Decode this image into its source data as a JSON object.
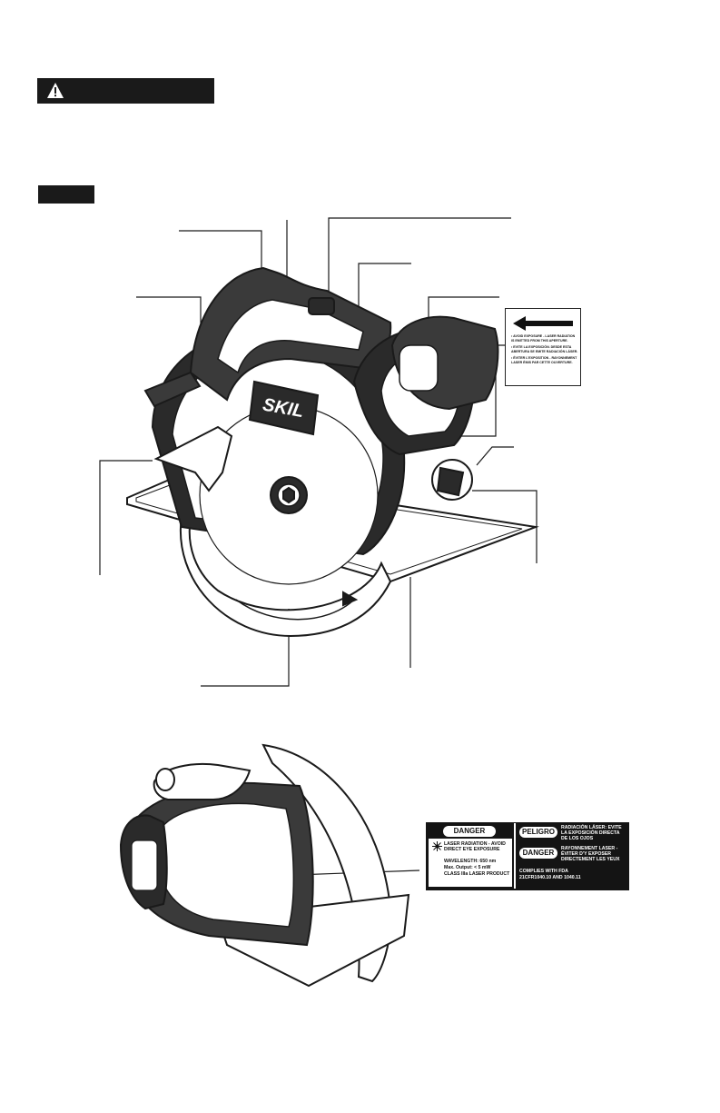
{
  "label": {
    "laser_warning": [
      "• AVOID EXPOSURE - LASER RADIATION IS EMITTED FROM THIS APERTURE.",
      "• EVITE LA EXPOSICIÓN. DESDE ESTA ABERTURA SE EMITE RADIACIÓN LÁSER.",
      "• ÉVITER L'EXPOSITION - RAYONNEMENT LASER ÉMIS PAR CETTE OUVERTURE."
    ]
  },
  "danger_panel": {
    "danger_word": "DANGER",
    "laser_radiation": "LASER RADIATION - AVOID DIRECT EYE EXPOSURE",
    "wavelength": "WAVELENGTH: 650 nm",
    "max_output": "Max. Output: < 5 mW",
    "class": "CLASS IIIa LASER PRODUCT",
    "peligro": "PELIGRO",
    "peligro_text": "RADIACIÓN LÁSER: EVITE LA EXPOSICIÓN DIRECTA DE LOS OJOS",
    "danger_fr": "DANGER",
    "danger_fr_text": "RAYONNEMENT LASER - ÉVITER D'Y EXPOSER DIRECTEMENT LES YEUX",
    "complies": "COMPLIES WITH FDA",
    "cfr": "21CFR1040.10 AND 1040.11"
  },
  "brand": {
    "logo": "SKIL"
  },
  "colors": {
    "ink": "#1a1a1a",
    "paper": "#ffffff",
    "gray": "#8a8a8a"
  }
}
